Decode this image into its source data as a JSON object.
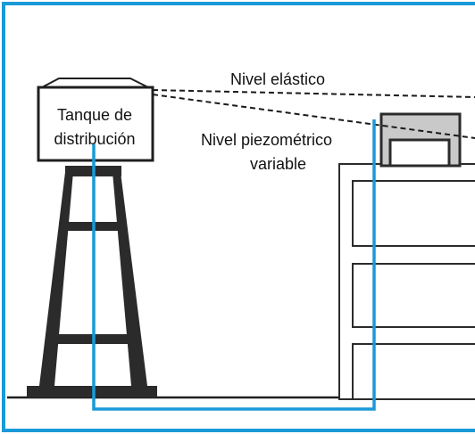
{
  "labels": {
    "tank_line1": "Tanque de",
    "tank_line2": "distribución",
    "elastic_level": "Nivel elástico",
    "piezometric_line1": "Nivel piezométrico",
    "piezometric_line2": "variable"
  },
  "colors": {
    "frame": "#1a9ad7",
    "pipe": "#1a9ad7",
    "structure": "#2b2b2b",
    "roof_tank": "#c9c9c9",
    "background": "#ffffff"
  }
}
